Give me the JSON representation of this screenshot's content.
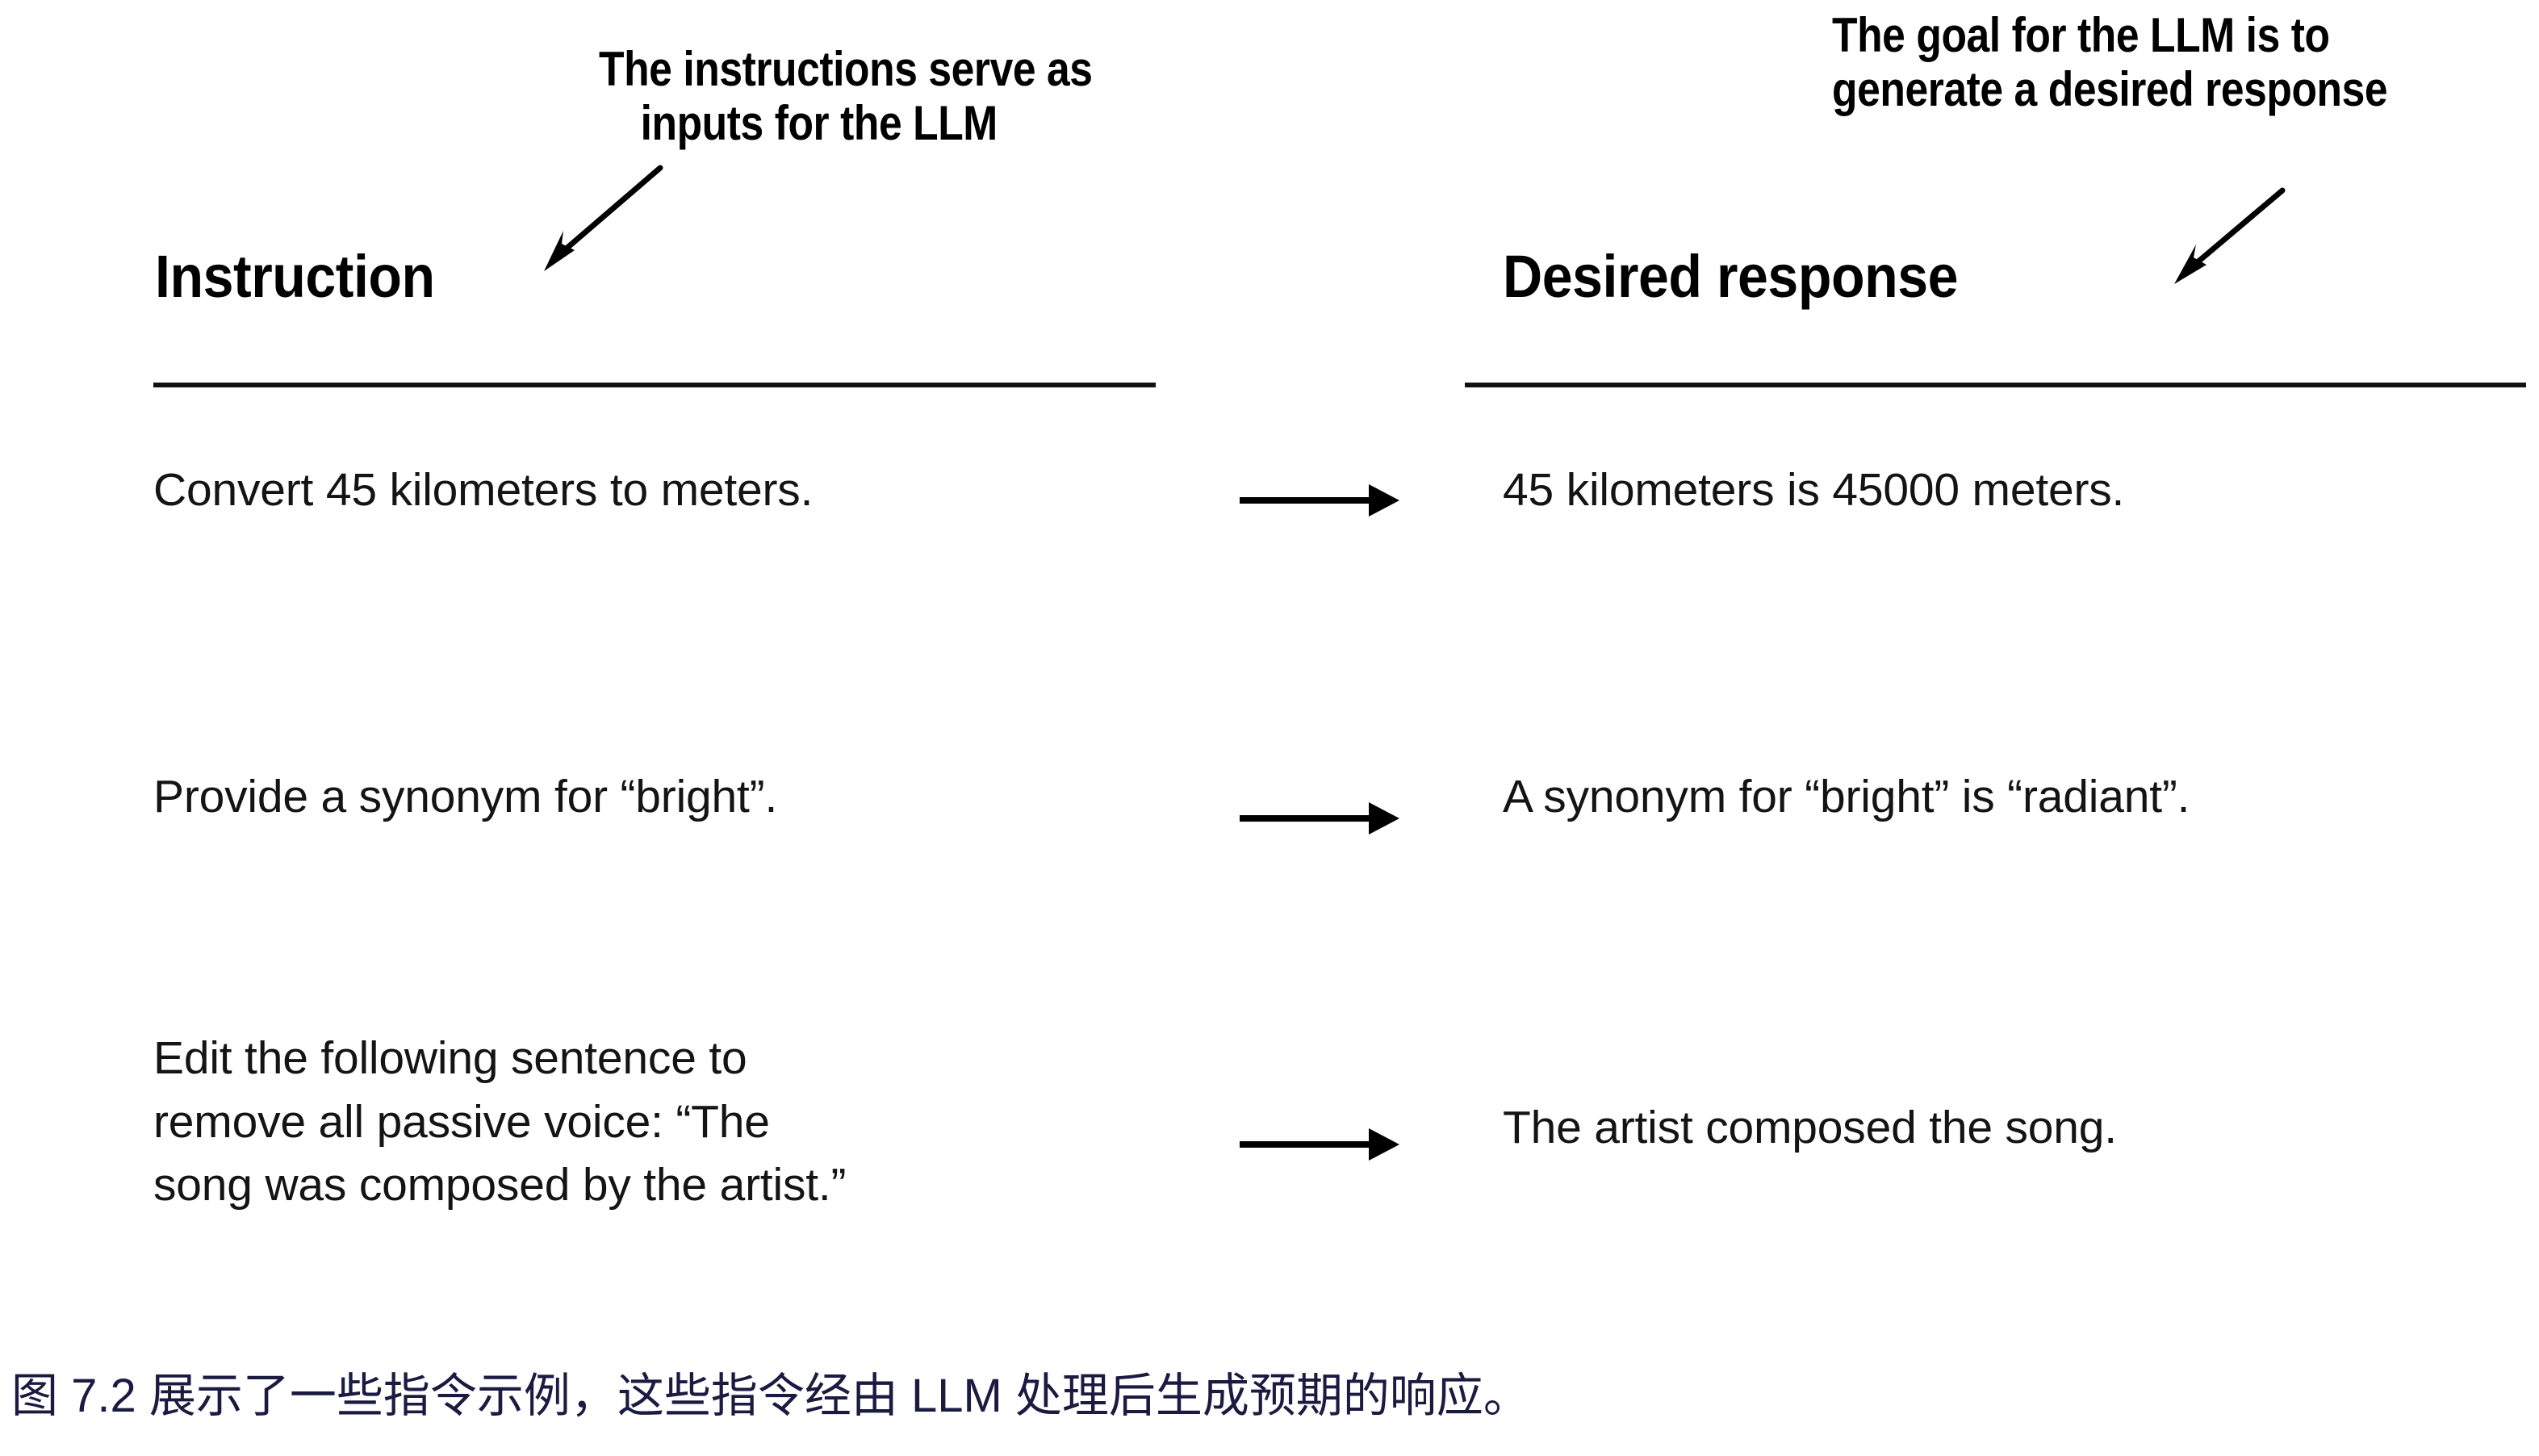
{
  "figure": {
    "annotations": {
      "left": {
        "line1": "The instructions serve as",
        "line2": "inputs for the LLM"
      },
      "right": {
        "line1": "The goal for the LLM is to",
        "line2": "generate a desired response"
      }
    },
    "columns": {
      "instruction_header": "Instruction",
      "response_header": "Desired response"
    },
    "rows": [
      {
        "instruction": "Convert 45 kilometers to meters.",
        "response": "45 kilometers is 45000 meters.",
        "connector": "right-arrow"
      },
      {
        "instruction": "Provide a synonym for “bright”.",
        "response": "A synonym for “bright” is “radiant”.",
        "connector": "right-arrow"
      },
      {
        "instruction": "Edit the following sentence to\nremove all passive voice: “The\nsong was composed by the artist.”",
        "response": "The artist composed the song.",
        "connector": "right-arrow"
      }
    ],
    "caption": "图 7.2 展示了一些指令示例，这些指令经由 LLM 处理后生成预期的响应。",
    "colors": {
      "ink": "#000000",
      "body_text": "#141414",
      "rule": "#111111",
      "caption": "#1b1b42",
      "background": "#ffffff"
    }
  }
}
